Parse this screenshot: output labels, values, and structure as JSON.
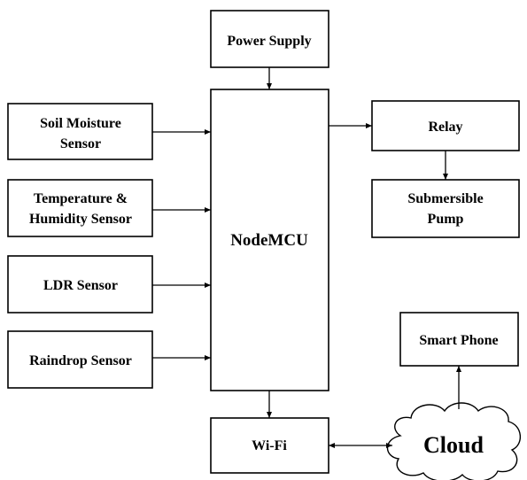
{
  "blocks": {
    "power_supply": "Power Supply",
    "soil_moisture": [
      "Soil Moisture",
      "Sensor"
    ],
    "temp_humidity": [
      "Temperature &",
      "Humidity Sensor"
    ],
    "ldr": "LDR Sensor",
    "raindrop": "Raindrop Sensor",
    "nodemcu": "NodeMCU",
    "relay": "Relay",
    "pump": [
      "Submersible",
      "Pump"
    ],
    "smart_phone": "Smart Phone",
    "wifi": "Wi-Fi",
    "cloud": "Cloud"
  }
}
